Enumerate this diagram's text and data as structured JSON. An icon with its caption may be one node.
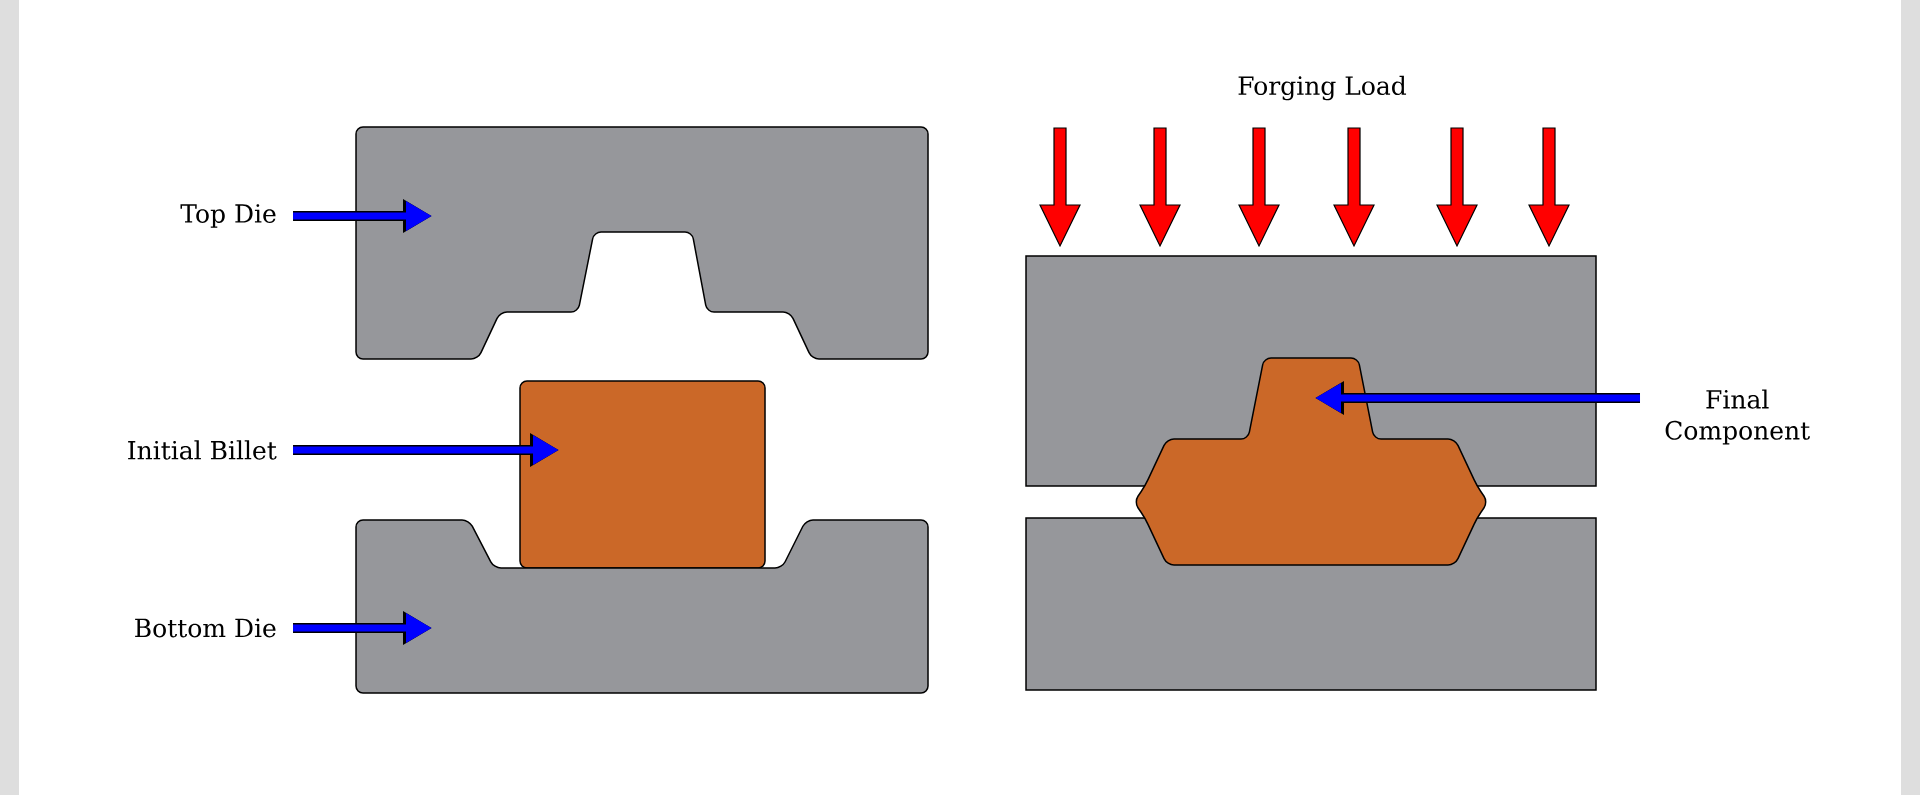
{
  "diagram": {
    "nodes": [
      {
        "text": [
          "Top Die"
        ]
      },
      {
        "text": [],
        "shape": "box"
      },
      {
        "text": [
          "Initial Billet"
        ]
      },
      {
        "text": [],
        "shape": "box"
      },
      {
        "text": [
          "Bottom Die"
        ]
      },
      {
        "text": [],
        "shape": "box"
      },
      {
        "text": [
          "Final Component"
        ]
      },
      {
        "text": [],
        "shape": "box"
      }
    ],
    "edges": [
      {
        "from": 0,
        "to": 1,
        "arrow": "to"
      },
      {
        "from": 2,
        "to": 3,
        "arrow": "to"
      },
      {
        "from": 4,
        "to": 5,
        "arrow": "to"
      },
      {
        "from": 6,
        "to": 7,
        "arrow": "to"
      }
    ],
    "labels": [
      "Forging Load"
    ]
  }
}
